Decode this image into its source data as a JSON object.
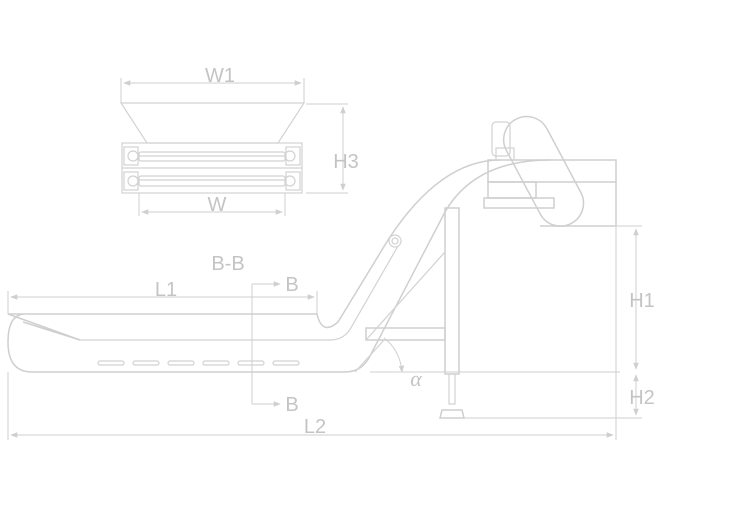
{
  "labels": {
    "w1": "W1",
    "w": "W",
    "h3": "H3",
    "section": "B-B",
    "section_mark_top": "B",
    "section_mark_bottom": "B",
    "l1": "L1",
    "l2": "L2",
    "h1": "H1",
    "h2": "H2",
    "angle": "α"
  },
  "colors": {
    "line": "#d2d2d2",
    "text": "#c4c4c4",
    "background": "#ffffff"
  }
}
